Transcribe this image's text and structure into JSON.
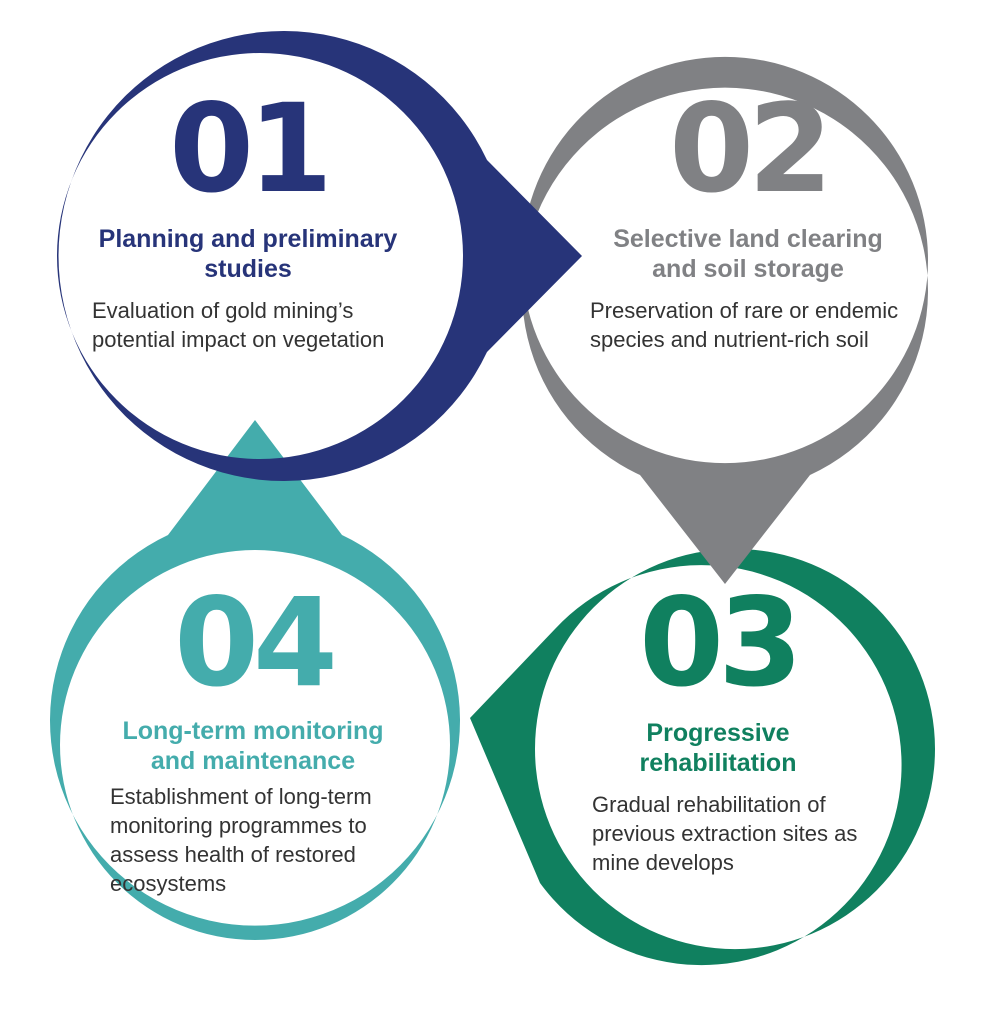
{
  "colors": {
    "step1": "#273479",
    "step2": "#808184",
    "step3": "#10805f",
    "step4": "#44acac",
    "background": "#ffffff",
    "description_text": "#333333"
  },
  "steps": [
    {
      "number": "01",
      "title_line1": "Planning and preliminary",
      "title_line2": "studies",
      "desc_line1": "Evaluation of gold mining’s",
      "desc_line2": "potential impact on vegetation"
    },
    {
      "number": "02",
      "title_line1": "Selective land clearing",
      "title_line2": "and soil storage",
      "desc_line1": "Preservation of rare or endemic",
      "desc_line2": "species and nutrient-rich soil"
    },
    {
      "number": "03",
      "title_line1": "Progressive",
      "title_line2": "rehabilitation",
      "desc_line1": "Gradual rehabilitation of",
      "desc_line2": "previous extraction sites as",
      "desc_line3": "mine develops"
    },
    {
      "number": "04",
      "title_line1": "Long-term monitoring",
      "title_line2": "and maintenance",
      "desc_line1": "Establishment of long-term",
      "desc_line2": "monitoring programmes to",
      "desc_line3": "assess health of restored",
      "desc_line4": "ecosystems"
    }
  ]
}
